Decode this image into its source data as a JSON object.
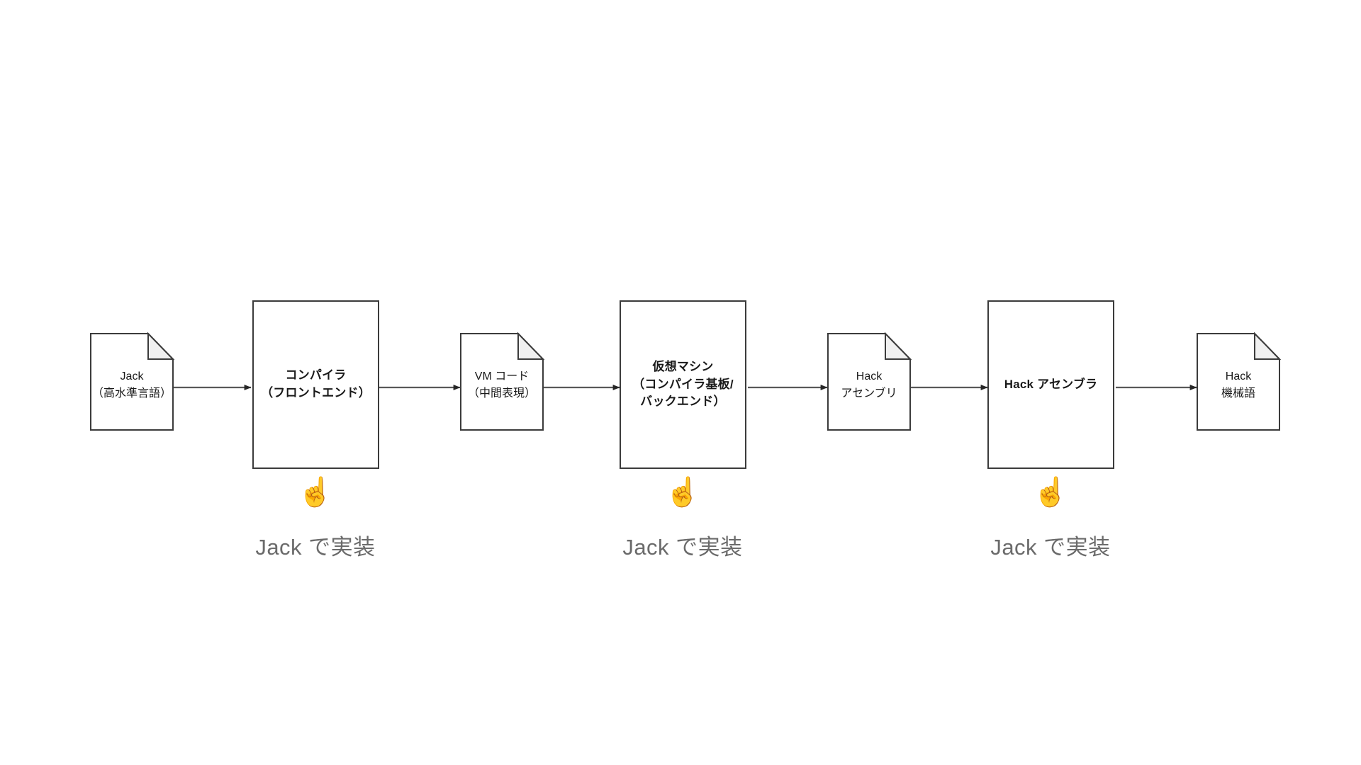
{
  "diagram": {
    "title": "Jack compilation pipeline",
    "background_color": "#ffffff",
    "stroke_color": "#3b3b3b",
    "arrow_color": "#595959",
    "fold_fill_color": "#f0f0f0",
    "caption_color": "#6b6b6b"
  },
  "nodes": [
    {
      "id": "jack-source",
      "shape": "document",
      "label": "Jack\n（高水準言語）",
      "lines": [
        "Jack",
        "（高水準言語）"
      ]
    },
    {
      "id": "compiler-frontend",
      "shape": "process",
      "label": "コンパイラ\n（フロントエンド）",
      "lines": [
        "コンパイラ",
        "（フロントエンド）"
      ]
    },
    {
      "id": "vm-code",
      "shape": "document",
      "label": "VM コード\n（中間表現）",
      "lines": [
        "VM コード",
        "（中間表現）"
      ]
    },
    {
      "id": "virtual-machine",
      "shape": "process",
      "label": "仮想マシン\n（コンパイラ基板/\nバックエンド）",
      "lines": [
        "仮想マシン",
        "（コンパイラ基板/",
        "バックエンド）"
      ]
    },
    {
      "id": "hack-assembly",
      "shape": "document",
      "label": "Hack\nアセンブリ",
      "lines": [
        "Hack",
        "アセンブリ"
      ]
    },
    {
      "id": "hack-assembler",
      "shape": "process",
      "label": "Hack アセンブラ",
      "lines": [
        "Hack アセンブラ"
      ]
    },
    {
      "id": "hack-machine-language",
      "shape": "document",
      "label": "Hack\n機械語",
      "lines": [
        "Hack",
        "機械語"
      ]
    }
  ],
  "annotations": [
    {
      "id": "annot-compiler",
      "icon": "index-pointing-up-emoji",
      "glyph": "☝️",
      "caption": "Jack で実装",
      "targets": "compiler-frontend"
    },
    {
      "id": "annot-vm",
      "icon": "index-pointing-up-emoji",
      "glyph": "☝️",
      "caption": "Jack で実装",
      "targets": "virtual-machine"
    },
    {
      "id": "annot-assembler",
      "icon": "index-pointing-up-emoji",
      "glyph": "☝️",
      "caption": "Jack で実装",
      "targets": "hack-assembler"
    }
  ],
  "edges": [
    {
      "id": "edge-1",
      "from": "jack-source",
      "to": "compiler-frontend"
    },
    {
      "id": "edge-2",
      "from": "compiler-frontend",
      "to": "vm-code"
    },
    {
      "id": "edge-3",
      "from": "vm-code",
      "to": "virtual-machine"
    },
    {
      "id": "edge-4",
      "from": "virtual-machine",
      "to": "hack-assembly"
    },
    {
      "id": "edge-5",
      "from": "hack-assembly",
      "to": "hack-assembler"
    },
    {
      "id": "edge-6",
      "from": "hack-assembler",
      "to": "hack-machine-language"
    }
  ]
}
